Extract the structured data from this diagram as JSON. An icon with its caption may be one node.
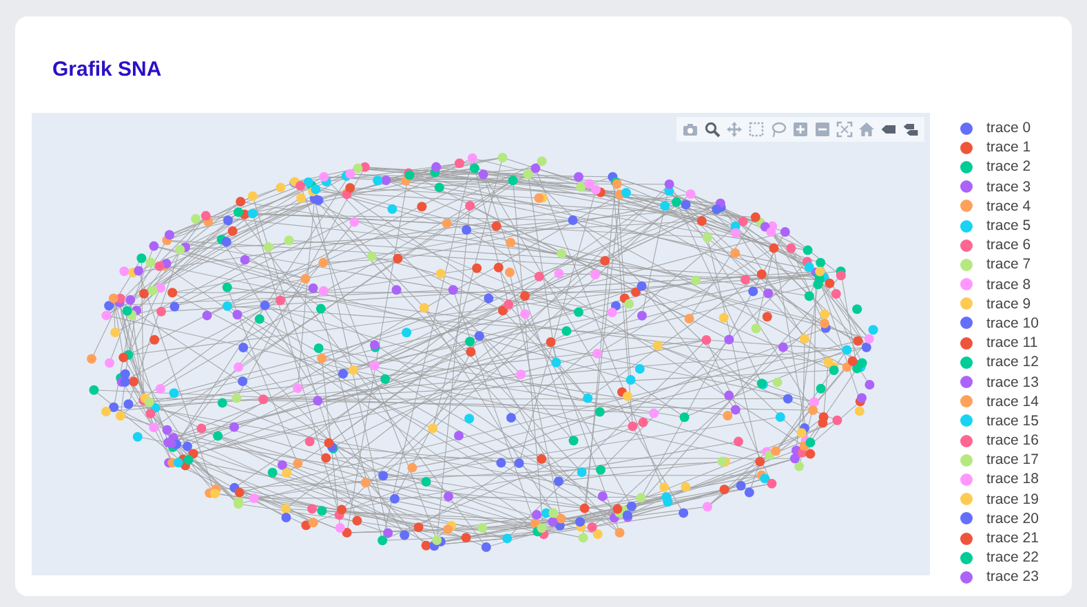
{
  "diagram": {
    "title": "Grafik SNA",
    "legend": [
      {
        "text": "trace 0",
        "color": "#636efa"
      },
      {
        "text": "trace 1",
        "color": "#ef553b"
      },
      {
        "text": "trace 2",
        "color": "#00cc96"
      },
      {
        "text": "trace 3",
        "color": "#ab63fa"
      },
      {
        "text": "trace 4",
        "color": "#ffa15a"
      },
      {
        "text": "trace 5",
        "color": "#19d3f3"
      },
      {
        "text": "trace 6",
        "color": "#ff6692"
      },
      {
        "text": "trace 7",
        "color": "#b6e880"
      },
      {
        "text": "trace 8",
        "color": "#ff97ff"
      },
      {
        "text": "trace 9",
        "color": "#fecb52"
      },
      {
        "text": "trace 10",
        "color": "#636efa"
      },
      {
        "text": "trace 11",
        "color": "#ef553b"
      },
      {
        "text": "trace 12",
        "color": "#00cc96"
      },
      {
        "text": "trace 13",
        "color": "#ab63fa"
      },
      {
        "text": "trace 14",
        "color": "#ffa15a"
      },
      {
        "text": "trace 15",
        "color": "#19d3f3"
      },
      {
        "text": "trace 16",
        "color": "#ff6692"
      },
      {
        "text": "trace 17",
        "color": "#b6e880"
      },
      {
        "text": "trace 18",
        "color": "#ff97ff"
      },
      {
        "text": "trace 19",
        "color": "#fecb52"
      },
      {
        "text": "trace 20",
        "color": "#636efa"
      },
      {
        "text": "trace 21",
        "color": "#ef553b"
      },
      {
        "text": "trace 22",
        "color": "#00cc96"
      },
      {
        "text": "trace 23",
        "color": "#ab63fa"
      }
    ]
  }
}
